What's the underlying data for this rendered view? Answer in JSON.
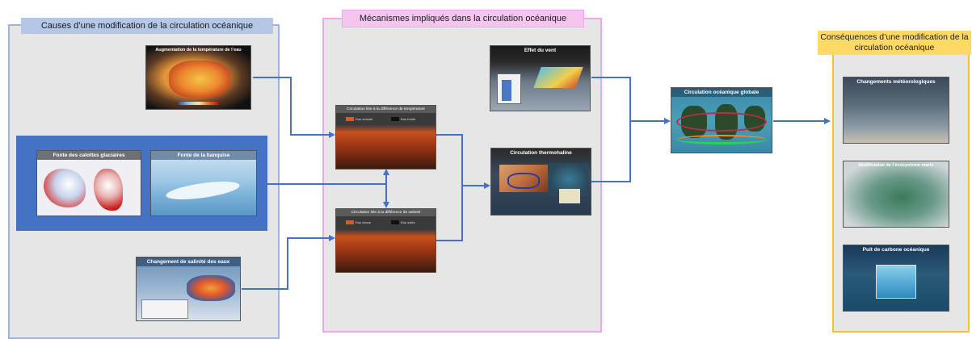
{
  "sections": {
    "causes": {
      "title": "Causes d’une modification de la circulation océanique",
      "border_color": "#9fb3dc",
      "fill": "#e6e6e6",
      "title_fill": "#b4c7e7"
    },
    "mechanisms": {
      "title": "Mécanismes impliqués dans la circulation océanique",
      "border_color": "#f2a6ec",
      "fill": "#e6e6e6",
      "title_fill": "#f4c6ef"
    },
    "consequences": {
      "title": "Conséquences  d’une modification de la circulation océanique",
      "border_color": "#f2c230",
      "fill": "#e6e6e6",
      "title_fill": "#ffd966"
    }
  },
  "causes": {
    "temperature": {
      "title": "Augmentation de la température de l’eau"
    },
    "ice_group_fill": "#4472c4",
    "ice_caps": {
      "title": "Fonte des calottes glaciaires"
    },
    "sea_ice": {
      "title": "Fonte de la banquise"
    },
    "salinity": {
      "title": "Changement de salinité des eaux"
    }
  },
  "mechanisms": {
    "temp_circulation": {
      "title": "Circulation liée à la différence de température",
      "legend": [
        "Eau chaude",
        "Eau froide"
      ]
    },
    "salinity_circulation": {
      "title": "Circulation liée à la différence de salinité",
      "legend": [
        "Eau douce",
        "Eau salée"
      ]
    },
    "wind_effect": {
      "title": "Effet du vent"
    },
    "thermohaline": {
      "title": "Circulation thermohaline"
    }
  },
  "global_circulation": {
    "title": "Circulation océanique globale"
  },
  "consequences": {
    "weather": {
      "title": "Changements météorologiques"
    },
    "ecosystem": {
      "title": "Modification de l’écosystème marin"
    },
    "carbon": {
      "title": "Puit de carbone océanique"
    }
  },
  "arrow_color": "#4472c4"
}
